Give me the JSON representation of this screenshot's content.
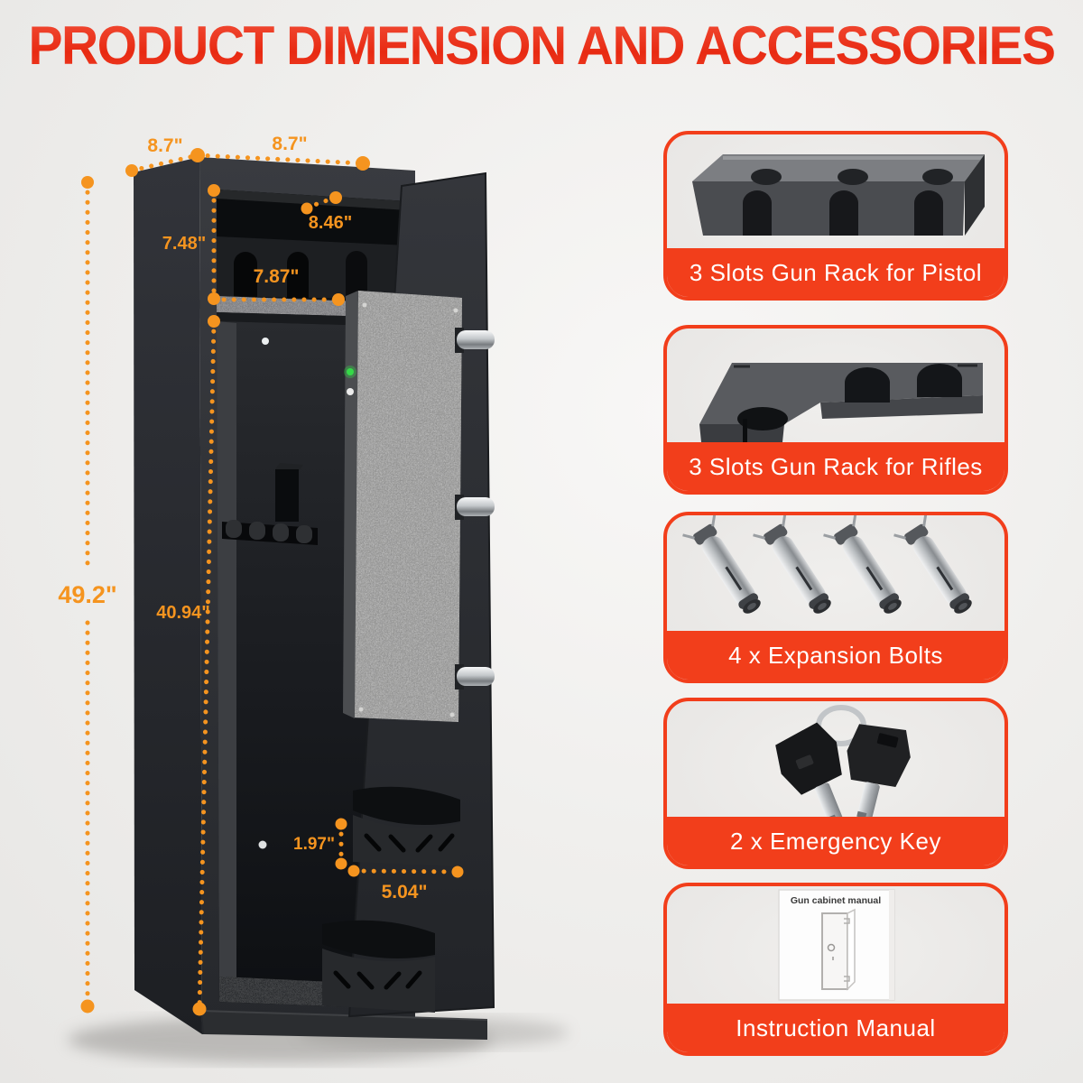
{
  "title": "PRODUCT DIMENSION AND ACCESSORIES",
  "colors": {
    "accent": "#F23E1B",
    "dimension_orange": "#F5941F",
    "title_red_top": "#F2503A",
    "title_red_bottom": "#E82A12"
  },
  "safe": {
    "description": "black rifle gun safe with open door",
    "dimensions": {
      "top_depth": "8.7\"",
      "top_width": "8.7\"",
      "upper_compartment_height": "7.48\"",
      "upper_compartment_depth": "8.46\"",
      "upper_compartment_width": "7.87\"",
      "overall_height": "49.2\"",
      "interior_height": "40.94\"",
      "door_pocket_height": "1.97\"",
      "door_pocket_width": "5.04\""
    }
  },
  "accessories": [
    {
      "label": "3 Slots Gun Rack for Pistol",
      "icon": "pistol-rack"
    },
    {
      "label": "3 Slots Gun Rack for Rifles",
      "icon": "rifle-rack"
    },
    {
      "label": "4 x Expansion Bolts",
      "icon": "expansion-bolts"
    },
    {
      "label": "2 x Emergency Key",
      "icon": "emergency-keys"
    },
    {
      "label": "Instruction Manual",
      "icon": "instruction-manual",
      "manual_title": "Gun cabinet manual"
    }
  ]
}
